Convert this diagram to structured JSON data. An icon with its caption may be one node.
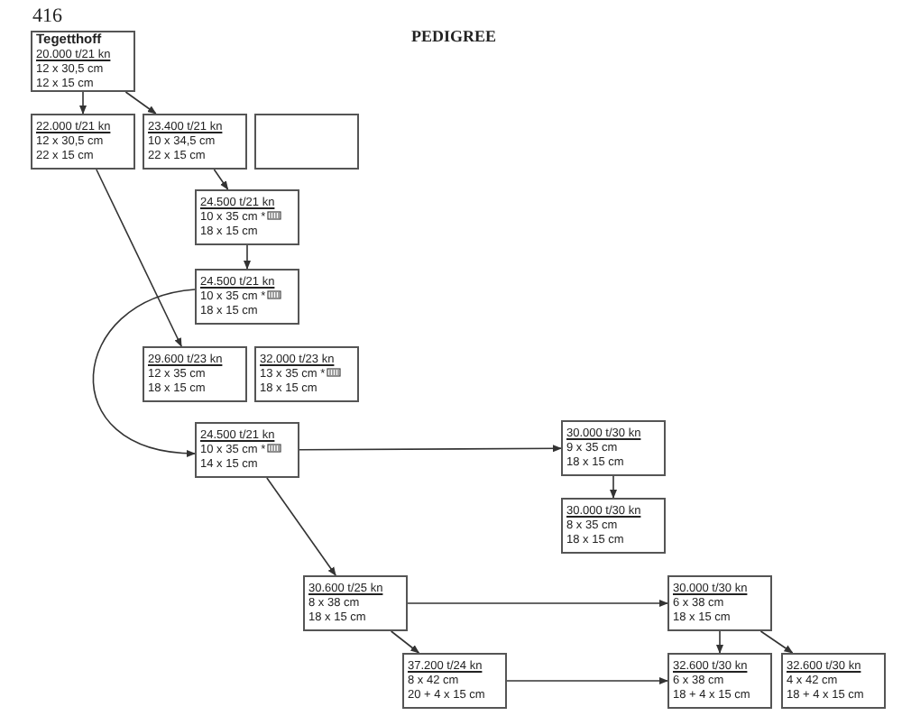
{
  "diagram": {
    "title": "PEDIGREE",
    "nodes": [
      {
        "text": [
          "Tegetthoff",
          "20.000 t/21 kn",
          "12 x 30,5 cm",
          "12 x 15 cm"
        ]
      },
      {
        "text": [
          "22.000 t/21 kn",
          "12 x 30,5 cm",
          "22 x 15 cm"
        ]
      },
      {
        "text": [
          "23.400 t/21 kn",
          "10 x 34,5 cm",
          "22 x 15 cm"
        ]
      },
      {
        "text": [],
        "shape": "box"
      },
      {
        "text": [
          "24.500 t/21 kn",
          "10 x 35 cm *",
          "18 x 15 cm"
        ]
      },
      {
        "text": [
          "24.500 t/21 kn",
          "10 x 35 cm *",
          "18 x 15 cm"
        ]
      },
      {
        "text": [
          "29.600 t/23 kn",
          "12 x 35 cm",
          "18 x 15 cm"
        ]
      },
      {
        "text": [
          "32.000 t/23 kn",
          "13 x 35 cm *",
          "18 x 15 cm"
        ]
      },
      {
        "text": [
          "24.500 t/21 kn",
          "10 x 35 cm *",
          "14 x 15 cm"
        ]
      },
      {
        "text": [
          "30.000 t/30 kn",
          "9 x 35 cm",
          "18 x 15 cm"
        ]
      },
      {
        "text": [
          "30.000 t/30 kn",
          "8 x 35 cm",
          "18 x 15 cm"
        ]
      },
      {
        "text": [
          "30.600 t/25 kn",
          "8 x 38 cm",
          "18 x 15 cm"
        ]
      },
      {
        "text": [
          "30.000 t/30 kn",
          "6 x 38 cm",
          "18 x 15 cm"
        ]
      },
      {
        "text": [
          "37.200 t/24 kn",
          "8 x 42 cm",
          "20 + 4 x 15 cm"
        ]
      },
      {
        "text": [
          "32.600 t/30 kn",
          "6 x 38 cm",
          "18 + 4 x 15 cm"
        ]
      },
      {
        "text": [
          "32.600 t/30 kn",
          "4 x 42 cm",
          "18 + 4 x 15 cm"
        ]
      }
    ],
    "edges": [
      {
        "from": 0,
        "to": 1,
        "arrow": "to"
      },
      {
        "from": 0,
        "to": 2,
        "arrow": "to"
      },
      {
        "from": 2,
        "to": 4,
        "arrow": "to"
      },
      {
        "from": 4,
        "to": 5,
        "arrow": "to"
      },
      {
        "from": 1,
        "to": 6,
        "arrow": "to"
      },
      {
        "from": 5,
        "to": 8,
        "arrow": "to"
      },
      {
        "from": 8,
        "to": 9,
        "arrow": "to"
      },
      {
        "from": 9,
        "to": 10,
        "arrow": "to"
      },
      {
        "from": 8,
        "to": 11,
        "arrow": "to"
      },
      {
        "from": 11,
        "to": 12,
        "arrow": "to"
      },
      {
        "from": 11,
        "to": 13,
        "arrow": "to"
      },
      {
        "from": 12,
        "to": 14,
        "arrow": "to"
      },
      {
        "from": 12,
        "to": 15,
        "arrow": "to"
      },
      {
        "from": 13,
        "to": 14,
        "arrow": "to"
      }
    ],
    "labels": [
      "416"
    ]
  }
}
